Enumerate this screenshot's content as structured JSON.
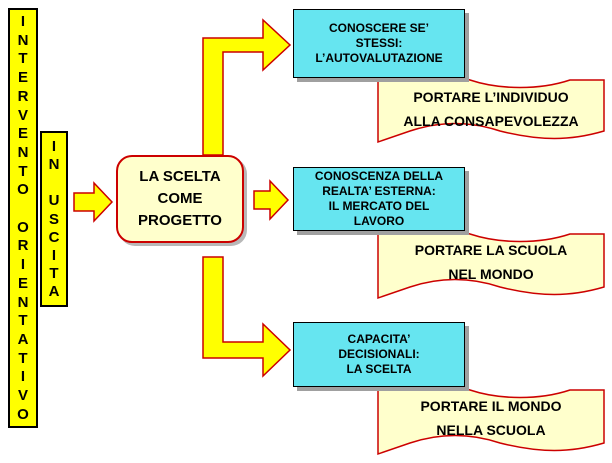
{
  "left_bar_letters": [
    "I",
    "N",
    "T",
    "E",
    "R",
    "V",
    "E",
    "N",
    "T",
    "O",
    "",
    "O",
    "R",
    "I",
    "E",
    "N",
    "T",
    "A",
    "T",
    "I",
    "V",
    "O"
  ],
  "second_bar_letters": [
    "I",
    "N",
    "",
    "U",
    "S",
    "C",
    "I",
    "T",
    "A"
  ],
  "center": {
    "lines": [
      "LA SCELTA",
      "COME",
      "PROGETTO"
    ]
  },
  "branches": [
    {
      "box_lines": [
        "CONOSCERE SE’",
        "STESSI:",
        "L’AUTOVALUTAZIONE"
      ],
      "ribbon_lines": [
        "PORTARE L’INDIVIDUO",
        "ALLA CONSAPEVOLEZZA"
      ]
    },
    {
      "box_lines": [
        "CONOSCENZA DELLA",
        "REALTA’ ESTERNA:",
        "IL MERCATO DEL",
        "LAVORO"
      ],
      "ribbon_lines": [
        "PORTARE LA SCUOLA",
        "NEL MONDO"
      ]
    },
    {
      "box_lines": [
        "CAPACITA’",
        "DECISIONALI:",
        "LA SCELTA"
      ],
      "ribbon_lines": [
        "PORTARE IL MONDO",
        "NELLA SCUOLA"
      ]
    }
  ],
  "colors": {
    "bar": "#ffff00",
    "arrow_fill": "#ffff00",
    "arrow_stroke": "#cc0000",
    "center_fill": "#ffffcc",
    "center_border": "#cc0000",
    "box_fill": "#66e5f0",
    "ribbon_fill": "#ffffcc",
    "ribbon_stroke": "#cc0000"
  }
}
